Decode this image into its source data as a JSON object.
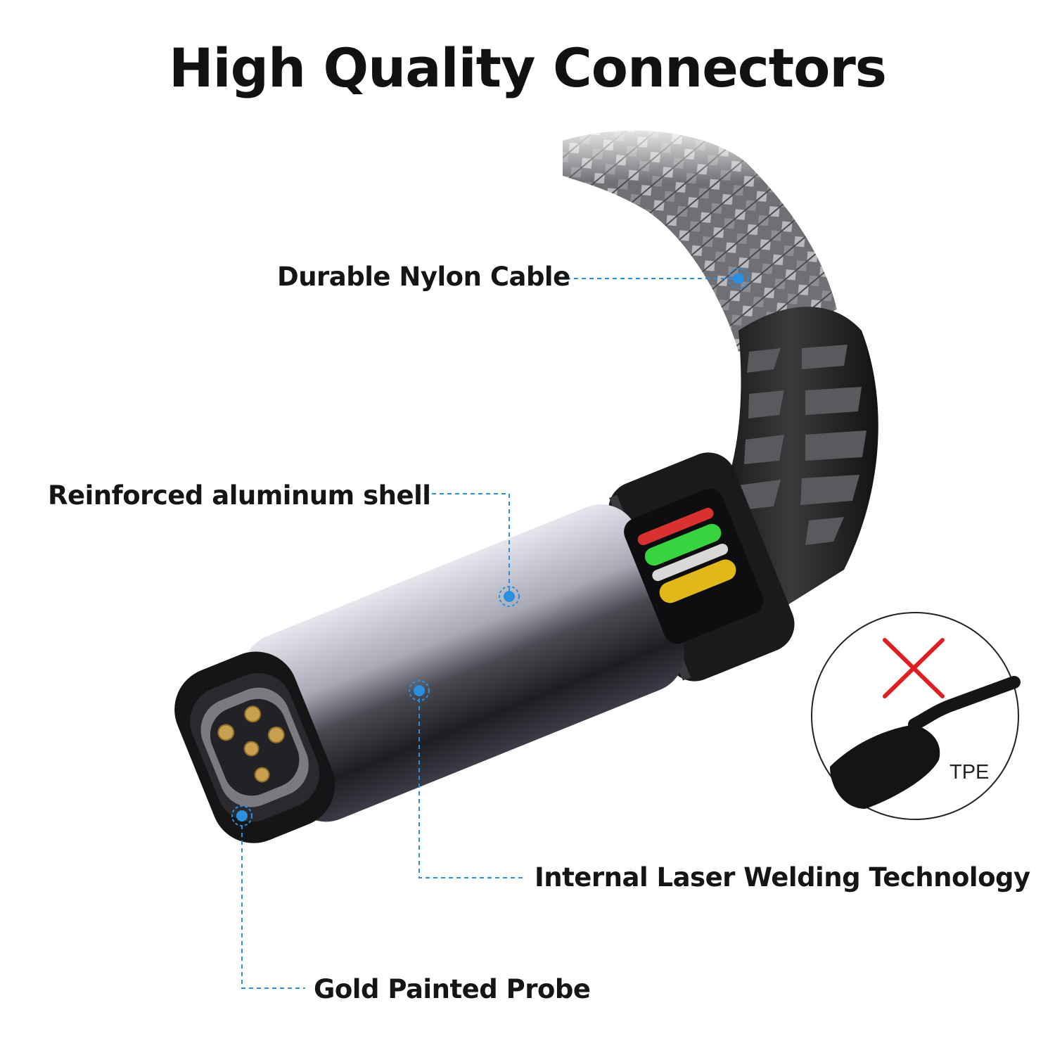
{
  "headline": "High Quality Connectors",
  "labels": {
    "nylon": "Durable Nylon Cable",
    "shell": "Reinforced aluminum shell",
    "laser": "Internal Laser Welding Technology",
    "probe": "Gold Painted Probe"
  },
  "inset": {
    "material": "TPE",
    "mark": "cross-mark-icon"
  },
  "colors": {
    "callout": "#2b8fe0",
    "cross": "#e02020",
    "cable": "#2a2a2a",
    "shell": "#9a9aa6"
  }
}
